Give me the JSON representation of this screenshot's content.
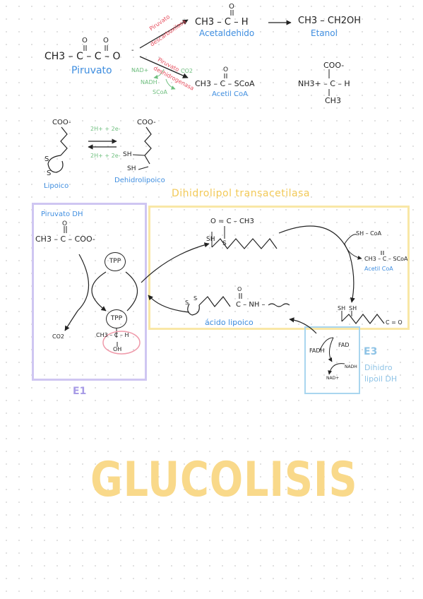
{
  "top": {
    "pyruvate_formula": "CH3 – C – C – O",
    "pyruvate_o1": "O",
    "pyruvate_o2": "O",
    "pyruvate_minus": "-",
    "pyruvate_label": "Piruvato",
    "enzyme1_line1": "Piruvato",
    "enzyme1_line2": "descarboxilasa",
    "enzyme2_line1": "Piruvato",
    "enzyme2_line2": "deshidrogenasa",
    "nad": "NAD+",
    "co2": "CO2",
    "nadh": "NADH",
    "scoa": "SCoA",
    "acetaldehido_formula": "CH3 – C – H",
    "acetaldehido_o": "O",
    "acetaldehido_label": "Acetaldehido",
    "etanol_formula": "CH3 – CH2OH",
    "etanol_label": "Etanol",
    "acetilcoa_formula": "CH3 – C – SCoA",
    "acetilcoa_o": "O",
    "acetilcoa_label": "Acetil CoA",
    "alanine_coo": "COO-",
    "alanine_nh3": "NH3+ – C – H",
    "alanine_ch3": "CH3"
  },
  "lipoic": {
    "coo_left": "COO-",
    "coo_right": "COO-",
    "s_top": "S",
    "s_bottom": "S",
    "arrow_top": "2H+ + 2e-",
    "arrow_bottom": "2H+ + 2e-",
    "sh_top": "SH",
    "sh_bottom": "SH",
    "lipoico_label": "Lipoico",
    "dehidro_label": "Dehidrolipoico"
  },
  "complex": {
    "dt_title": "Dihidrolipol transacetilasa",
    "e1_title": "Piruvato DH",
    "e1_formula": "CH3 – C – COO-",
    "e1_o": "O",
    "tpp1": "TPP",
    "tpp2": "TPP",
    "co2": "CO2",
    "hydroxyethyl": "CH3 – C – H",
    "oh": "OH",
    "e1_label": "E1",
    "acetyl_group": "O = C – CH3",
    "sh_acetyl": "SH",
    "s_acetyl": "S",
    "sh_coa": "SH – CoA",
    "acetilcoa_formula": "CH3 – C – SCoA",
    "acetilcoa_label": "Acetil CoA",
    "dihydro_sh1": "SH",
    "dihydro_sh2": "SH",
    "c_o": "C = O",
    "lipoic_s1": "S",
    "lipoic_s2": "S",
    "lipoic_chain": "C – NH –",
    "lipoic_o": "O",
    "acido_lipoico": "ácido lipoico",
    "fadh": "FADH",
    "fad": "FAD",
    "nadh": "NADH",
    "nad": "NAD+",
    "e3_label": "E3",
    "e3_name_line1": "Dihidro",
    "e3_name_line2": "lipoil DH"
  },
  "footer": {
    "glucolisis": "GLUCOLISIS"
  },
  "colors": {
    "blue": "#3f8ee0",
    "red": "#e64a5a",
    "green": "#6fbf7f",
    "yellow_border": "#f9e7a6",
    "purple_border": "#cfc6f2",
    "lightblue_border": "#a9d6ef",
    "glucolisis": "#f9d98a"
  }
}
